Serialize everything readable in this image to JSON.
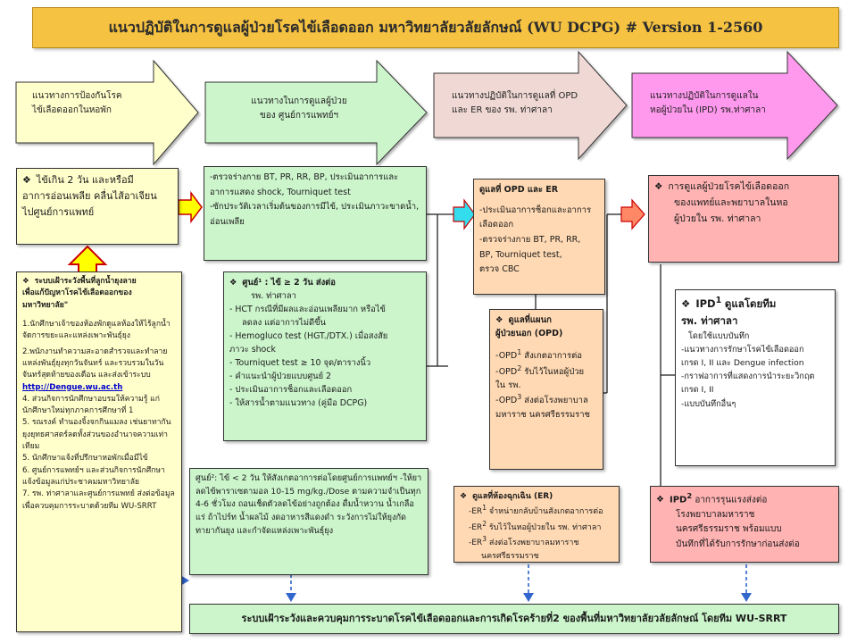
{
  "title": "แนวปฏิบัติในการดูแลผู้ป่วยโรคไข้เลือดออก มหาวิทยาลัยวลัยลักษณ์ (WU DCPG) # Version 1-2560",
  "arrows": [
    {
      "line1": "แนวทางการป้องกันโรค",
      "line2": "ไข้เลือดออกในหอพัก",
      "color": "#ffffcc"
    },
    {
      "line1": "แนวทางในการดูแลผู้ป่วย",
      "line2": "ของ ศูนย์การแพทย์ฯ",
      "color": "#ccf5cc"
    },
    {
      "line1": "แนวทางปฏิบัติในการดูแลที่ OPD",
      "line2": "และ ER ของ รพ. ท่าศาลา",
      "color": "#f0d9d4"
    },
    {
      "line1": "แนวทางปฏิบัติในการดูแลใน",
      "line2": "หอผู้ป่วยใน (IPD) รพ.ท่าศาลา",
      "color": "#ff99ee"
    }
  ],
  "fever_box": {
    "bullet": "❖",
    "line1": "ไข้เกิน 2 วัน และหรือมี",
    "line2": "อาการอ่อนเพลีย คลื่นไส้อาเจียน",
    "line3": "ไปศูนย์การแพทย์"
  },
  "surveillance": {
    "bullet": "❖",
    "heading1": "ระบบเฝ้าระวังพื้นที่ลูกน้ำยุงลาย",
    "heading2": "เพื่อแก้ปัญหาโรคไข้เลือดออกของ",
    "heading3": "มหาวิทยาลัย\"",
    "items": [
      "1.นักศึกษาเจ้าของห้องพักดูแลห้องให้ไร้ลูกน้ำ จัดการขยะและแหล่งเพาะพันธุ์ยุง",
      "2.พนักงานทำความสะอาดสำรวจและทำลายแหล่งพันธุ์ยุงทุกวันจันทร์ และรวบรวมในวันจันทร์สุดท้ายของเดือน และส่งเข้าระบบ",
      "4. ส่วนกิจการนักศึกษาอบรมให้ความรู้ แก่นักศึกษาใหม่ทุกภาคการศึกษาที่ 1",
      "5. รณรงค์ ทำนองจิ้งจกกินแมลง เช่นยาทากันยุงยุทธศาสตร์ลดทั้งส่วนของอำนาจความเท่าเทียม",
      "5. นักศึกษาแจ้งที่ปรึกษาหอพักเมื่อมีไข้",
      "6. ศูนย์การแพทย์ฯ และส่วนกิจการนักศึกษาแจ้งข้อมูลแก่ประชาคมมหาวิทยาลัย",
      "7. รพ. ท่าศาลาและศูนย์การแพทย์ ส่งต่อข้อมูลเพื่อควบคุมการระบาดด้วยทีม WU-SRRT"
    ],
    "link": "http://Dengue.wu.ac.th"
  },
  "mc_screen": {
    "line1": "-ตรวจร่างกาย BT, PR, RR, BP, ประเมินอาการและ",
    "line2": "อาการแสดง shock, Tourniquet test",
    "line3": "-ซักประวัติเวลาเริ่มต้นของการมีไข้, ประเมินภาวะขาดน้ำ,",
    "line4": "อ่อนเพลีย"
  },
  "mc_center1": {
    "bullet": "❖",
    "head": "ศูนย์¹ : ไข้ ≥ 2 วัน ส่งต่อ",
    "head2": "รพ. ท่าศาลา",
    "lines": [
      "- HCT กรณีที่มีผลและอ่อนเพลียมาก หรือไข้",
      "ลดลง แต่อาการไม่ดีขึ้น",
      "- Hemogluco test (HGT./DTX.) เมื่อสงสัย",
      "ภาวะ shock",
      "- Tourniquet test ≥ 10 จุด/ตารางนิ้ว",
      "- คำแนะนำผู้ป่วยแบบศูนย์ 2",
      "- ประเมินอาการช็อกและเลือดออก",
      "- ให้สารน้ำตามแนวทาง (คู่มือ DCPG)"
    ]
  },
  "mc_center2": {
    "text": "ศูนย์²: ไข้ < 2 วัน ให้สังเกตอาการต่อโดยศูนย์การแพทย์ฯ -ให้ยาลดไข้พาราเซตามอล 10-15 mg/kg./Dose ตามความจำเป็นทุก 4-6 ชั่วโมง ถอนเช็ดตัวลดไข้อย่างถูกต้อง ดื่มน้ำหวาน น้ำเกลือแร่ ถ้าไปร์ท น้ำผลไม้ งดอาหารสีแดงดำ ระวังการไม่ให้ยุงกัด ทายากันยุง และกำจัดแหล่งเพาะพันธุ์ยุง"
  },
  "opd": {
    "head": "ดูแลที่ OPD และ ER",
    "lines": [
      "-ประเมินอาการช็อกและอาการ",
      "เลือดออก",
      "-ตรวจร่างกาย BT, PR, RR,",
      "BP, Tourniquet test,",
      "ตรวจ CBC"
    ]
  },
  "opd_out": {
    "bullet": "❖",
    "head1": "ดูแลที่แผนก",
    "head2": "ผู้ป่วยนอก (OPD)",
    "items": [
      {
        "code": "-OPD",
        "sup": "1",
        "line1": "สังเกตอาการต่อ",
        "line2": ""
      },
      {
        "code": "-OPD",
        "sup": "2",
        "line1": "รับไว้ในหอผู้ป่วย",
        "line2": "ใน รพ."
      },
      {
        "code": "-OPD",
        "sup": "3",
        "line1": "ส่งต่อโรงพยาบาล",
        "line2": "มหาราช นครศรีธรรมราช"
      }
    ]
  },
  "er": {
    "bullet": "❖",
    "head": "ดูแลที่ห้องฉุกเฉิน (ER)",
    "items": [
      {
        "code": "-ER",
        "sup": "1",
        "text": "จำหน่ายกลับบ้านสังเกตอาการต่อ"
      },
      {
        "code": "-ER",
        "sup": "2",
        "text": "รับไว้ในหอผู้ป่วยใน รพ. ท่าศาลา"
      },
      {
        "code": "-ER",
        "sup": "3",
        "text": "ส่งต่อโรงพยาบาลมหาราช"
      }
    ],
    "tail": "นครศรีธรรมราช"
  },
  "ipd_care": {
    "bullet": "❖",
    "line1": "การดูแลผู้ป่วยโรคไข้เลือดออก",
    "line2": "ของแพทย์และพยาบาลในหอ",
    "line3": "ผู้ป่วยใน รพ. ท่าศาลา"
  },
  "ipd1": {
    "bullet": "❖",
    "head": "IPD",
    "sup": "1",
    "head_rest": "ดูแลโดยทีม",
    "head2": "รพ. ท่าศาลา",
    "lines": [
      "โดยใช้แบบบันทึก",
      "-แนวทางการรักษาโรคไข้เลือดออก",
      "เกรด I, II และ Dengue infection",
      "-กราฟอาการที่แสดงการนำระยะวิกฤต",
      "เกรด I, II",
      "-แบบบันทึกอื่นๆ"
    ]
  },
  "ipd2": {
    "bullet": "❖",
    "head": "IPD",
    "sup": "2",
    "lines": [
      "อาการรุนแรงส่งต่อ",
      "โรงพยาบาลมหาราช",
      "นครศรีธรรมราช พร้อมแบบ",
      "บันทึกที่ได้รับการรักษาก่อนส่งต่อ"
    ]
  },
  "footer": "ระบบเฝ้าระวังและควบคุมการระบาดโรคไข้เลือดออกและการเกิดโรคร้ายที่2 ของพื้นที่มหาวิทยาลัยวลัยลักษณ์ โดยทีม WU-SRRT"
}
